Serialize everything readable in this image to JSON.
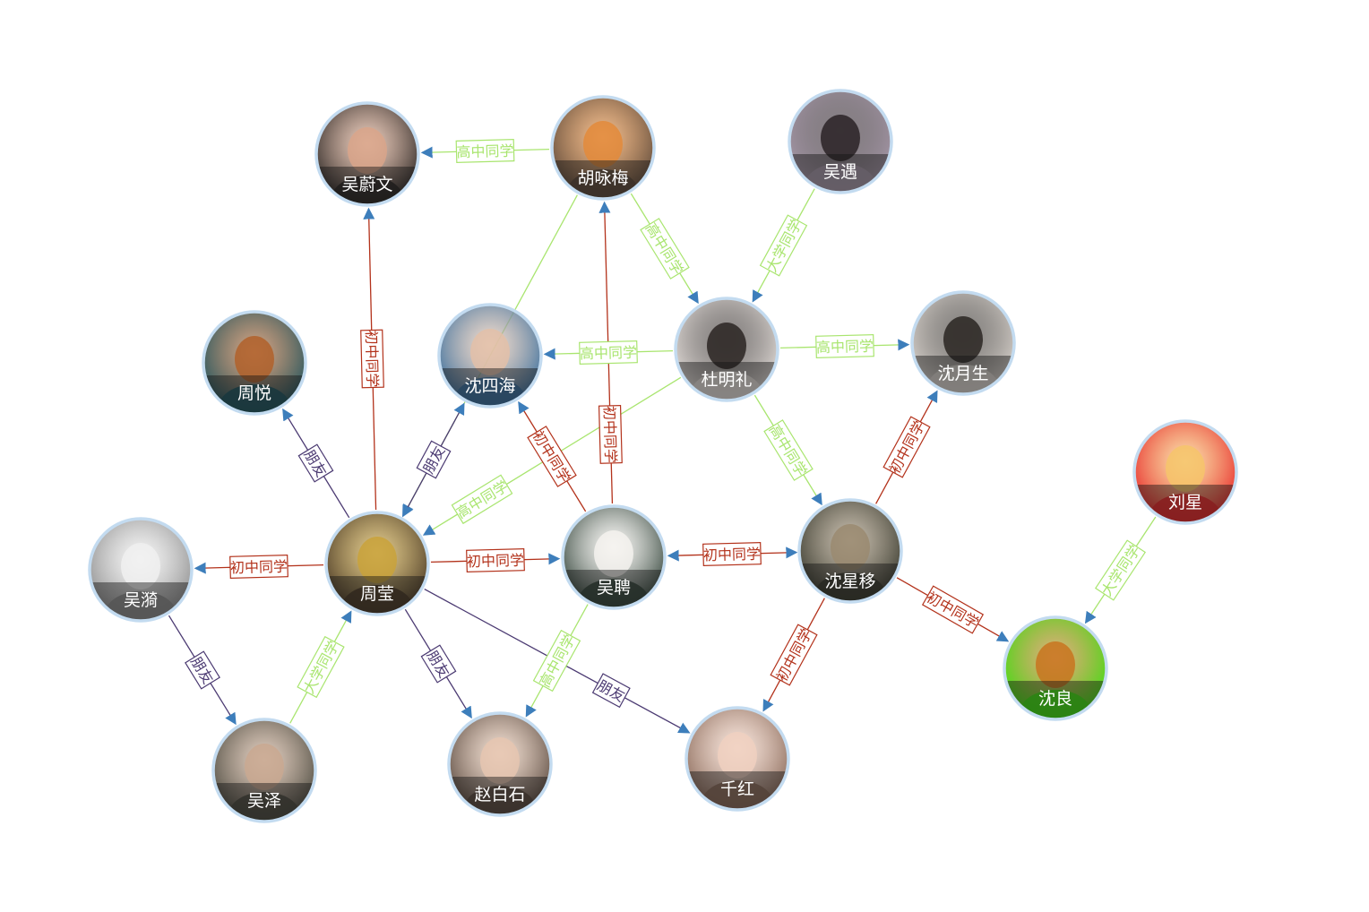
{
  "colors": {
    "classmate_middle": "#b3321b",
    "classmate_high": "#a9e56f",
    "classmate_college": "#a9e56f",
    "friend": "#4b3a72",
    "arrow": "#3d7ebb",
    "node_border": "#c3dbf0"
  },
  "nodes": [
    {
      "id": "wuweiwen",
      "name": "吴蔚文",
      "fill": "#2b2725",
      "accent": "#d9a58a"
    },
    {
      "id": "huyongmei",
      "name": "胡咏梅",
      "fill": "#5d4a3c",
      "accent": "#e38a3a"
    },
    {
      "id": "wuyu",
      "name": "吴遇",
      "fill": "#a99aab",
      "accent": "#2a2226"
    },
    {
      "id": "zhouyue",
      "name": "周悦",
      "fill": "#1f5560",
      "accent": "#b0602a"
    },
    {
      "id": "shensihai",
      "name": "沈四海",
      "fill": "#3a6f9e",
      "accent": "#e3c0a8"
    },
    {
      "id": "dumingli",
      "name": "杜明礼",
      "fill": "#e6e0dc",
      "accent": "#2a2422"
    },
    {
      "id": "shenyuesheng",
      "name": "沈月生",
      "fill": "#dcd6d0",
      "accent": "#2a2622"
    },
    {
      "id": "liuxing",
      "name": "刘星",
      "fill": "#e8282a",
      "accent": "#f6c46a"
    },
    {
      "id": "wuyi",
      "name": "吴漪",
      "fill": "#8d8d8d",
      "accent": "#f0f0f0"
    },
    {
      "id": "zhouying",
      "name": "周莹",
      "fill": "#4a3a28",
      "accent": "#c9a23a"
    },
    {
      "id": "wupin",
      "name": "吴聘",
      "fill": "#35463c",
      "accent": "#f4f2ee"
    },
    {
      "id": "shenxingyi",
      "name": "沈星移",
      "fill": "#3a3b30",
      "accent": "#9a8a70"
    },
    {
      "id": "shenliang",
      "name": "沈良",
      "fill": "#3ee012",
      "accent": "#c8741e"
    },
    {
      "id": "wuze",
      "name": "吴泽",
      "fill": "#4b4a40",
      "accent": "#c9a890"
    },
    {
      "id": "zhaobaishi",
      "name": "赵白石",
      "fill": "#5a4a40",
      "accent": "#e6c6b0"
    },
    {
      "id": "qianhong",
      "name": "千红",
      "fill": "#8a6a5a",
      "accent": "#f0d0c0"
    }
  ],
  "edges": [
    {
      "source": "huyongmei",
      "target": "wuweiwen",
      "label": "高中同学",
      "type": "classmate_high"
    },
    {
      "source": "zhouying",
      "target": "wuweiwen",
      "label": "初中同学",
      "type": "classmate_middle"
    },
    {
      "source": "huyongmei",
      "target": "dumingli",
      "label": "高中同学",
      "type": "classmate_high"
    },
    {
      "source": "wuyu",
      "target": "dumingli",
      "label": "大学同学",
      "type": "classmate_college"
    },
    {
      "source": "dumingli",
      "target": "shensihai",
      "label": "高中同学",
      "type": "classmate_high"
    },
    {
      "source": "dumingli",
      "target": "shenyuesheng",
      "label": "高中同学",
      "type": "classmate_high"
    },
    {
      "source": "dumingli",
      "target": "shenxingyi",
      "label": "高中同学",
      "type": "classmate_high"
    },
    {
      "source": "dumingli",
      "target": "zhouying",
      "label": "高中同学",
      "type": "classmate_high"
    },
    {
      "source": "huyongmei",
      "target": "zhouying",
      "label": "",
      "type": "classmate_high"
    },
    {
      "source": "wupin",
      "target": "huyongmei",
      "label": "初中同学",
      "type": "classmate_middle"
    },
    {
      "source": "wupin",
      "target": "shensihai",
      "label": "初中同学",
      "type": "classmate_middle"
    },
    {
      "source": "zhouying",
      "target": "zhouyue",
      "label": "朋友",
      "type": "friend"
    },
    {
      "source": "zhouying",
      "target": "shensihai",
      "label": "朋友",
      "type": "friend",
      "bidirectional": true
    },
    {
      "source": "zhouying",
      "target": "wuyi",
      "label": "初中同学",
      "type": "classmate_middle"
    },
    {
      "source": "zhouying",
      "target": "wupin",
      "label": "初中同学",
      "type": "classmate_middle"
    },
    {
      "source": "zhouying",
      "target": "zhaobaishi",
      "label": "朋友",
      "type": "friend"
    },
    {
      "source": "zhouying",
      "target": "qianhong",
      "label": "朋友",
      "type": "friend"
    },
    {
      "source": "wuze",
      "target": "zhouying",
      "label": "大学同学",
      "type": "classmate_college"
    },
    {
      "source": "wuyi",
      "target": "wuze",
      "label": "朋友",
      "type": "friend"
    },
    {
      "source": "wupin",
      "target": "zhaobaishi",
      "label": "高中同学",
      "type": "classmate_high"
    },
    {
      "source": "shenxingyi",
      "target": "wupin",
      "label": "初中同学",
      "type": "classmate_middle",
      "bidirectional": true
    },
    {
      "source": "shenxingyi",
      "target": "shenyuesheng",
      "label": "初中同学",
      "type": "classmate_middle"
    },
    {
      "source": "shenxingyi",
      "target": "qianhong",
      "label": "初中同学",
      "type": "classmate_middle"
    },
    {
      "source": "shenxingyi",
      "target": "shenliang",
      "label": "初中同学",
      "type": "classmate_middle"
    },
    {
      "source": "liuxing",
      "target": "shenliang",
      "label": "大学同学",
      "type": "classmate_college"
    }
  ]
}
